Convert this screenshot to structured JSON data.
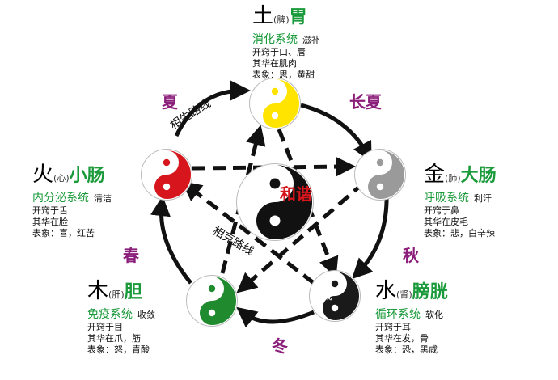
{
  "center": {
    "label": "和谐"
  },
  "path_labels": {
    "generating": "相生路线",
    "controlling": "相克路线"
  },
  "nodes": {
    "earth": {
      "element": "土",
      "zang": "脾",
      "fu": "胃",
      "system": "消化系统",
      "action": "滋补",
      "orifice": "开窍于口、唇",
      "flourish": "其华在肌肉",
      "signs": "表象：思，黄甜",
      "taste": "",
      "color": "#ffe400"
    },
    "metal": {
      "element": "金",
      "zang": "肺",
      "fu": "大肠",
      "system": "呼吸系统",
      "action": "利汗",
      "orifice": "开窍于鼻",
      "flourish": "其华在皮毛",
      "signs": "表象：悲，白辛辣",
      "taste": "辣",
      "color": "#9a9a9a"
    },
    "water": {
      "element": "水",
      "zang": "肾",
      "fu": "膀胱",
      "system": "循环系统",
      "action": "软化",
      "orifice": "开窍于耳",
      "flourish": "其华在发，骨",
      "signs": "表象：恐，黑咸",
      "taste": "咸",
      "color": "#1a1a1a"
    },
    "wood": {
      "element": "木",
      "zang": "肝",
      "fu": "胆",
      "system": "免疫系统",
      "action": "收敛",
      "orifice": "开窍于目",
      "flourish": "其华在爪，筋",
      "signs": "表象：怒，青酸",
      "taste": "酸",
      "color": "#1f8a2e"
    },
    "fire": {
      "element": "火",
      "zang": "心",
      "fu": "小肠",
      "system": "内分泌系统",
      "action": "清洁",
      "orifice": "开窍于舌",
      "flourish": "其华在脸",
      "signs": "表象：喜，红苦",
      "taste": "苦",
      "color": "#d6161c"
    }
  },
  "seasons": {
    "summer": "夏",
    "late_summer": "长夏",
    "autumn": "秋",
    "winter": "冬",
    "spring": "春"
  }
}
